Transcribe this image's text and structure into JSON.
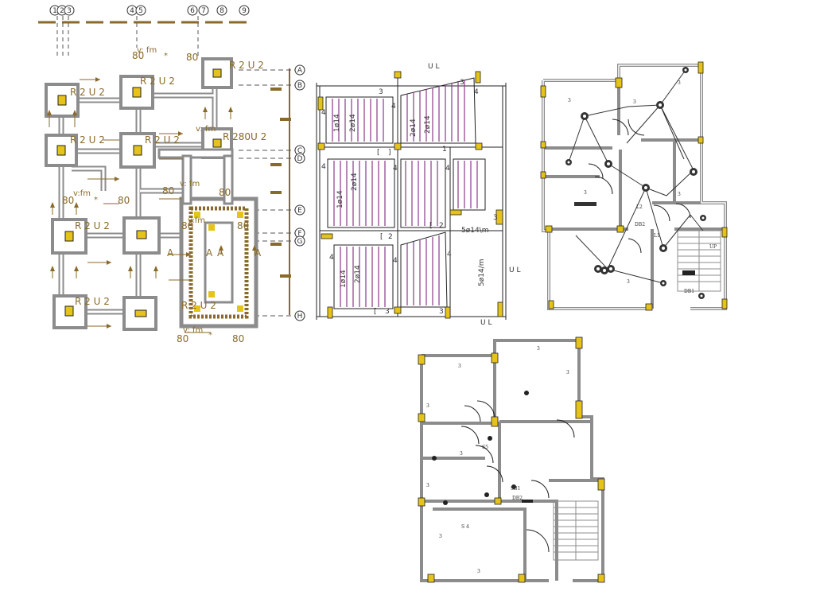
{
  "colors": {
    "wall": "#8c8c8c",
    "wall_inner": "#ffffff",
    "column": "#e6c319",
    "footing": "#8a6a2a",
    "rebar": "#8a3a8a",
    "line": "#222222",
    "dim": "#8a6a2a"
  },
  "foundation_plan": {
    "grid_top_labels": [
      "1",
      "2",
      "3",
      "4",
      "5",
      "6",
      "7",
      "8",
      "9"
    ],
    "grid_right_labels": [
      "A",
      "B",
      "C",
      "D",
      "E",
      "F",
      "G",
      "H"
    ],
    "footing_marks": [
      "R 2 U 2",
      "R 2 U 2",
      "R 2 U 2",
      "R 2 U 2",
      "R 2 U 2",
      "R 2 U 2",
      "R 2 U 2",
      "R 2 U 2",
      "R 280U 2"
    ],
    "dim_80": "80",
    "vfm": "v: fm",
    "vfm_small": "v:fm",
    "section_a": "A",
    "star": "*"
  },
  "slab_plan": {
    "ul_label": "U L",
    "rebar_2o14": "2ø14",
    "rebar_1o14": "1ø14",
    "rebar_5o14_top": "5ø14\\m",
    "rebar_5o14_right": "5ø14/m",
    "num_1": "1",
    "num_2": "2",
    "num_3": "3",
    "num_4": "4",
    "bracket_l": "[",
    "bracket_r": "]"
  },
  "electrical_plan": {
    "circuit_3": "3",
    "db1": "DB1",
    "db2": "DB2",
    "l1": "L1",
    "l2": "L2",
    "up": "UP"
  },
  "switch_plan": {
    "circuit_3": "3",
    "s4": "S 4",
    "s5": "S5",
    "sb1": "SB1",
    "db2": "DB2"
  }
}
